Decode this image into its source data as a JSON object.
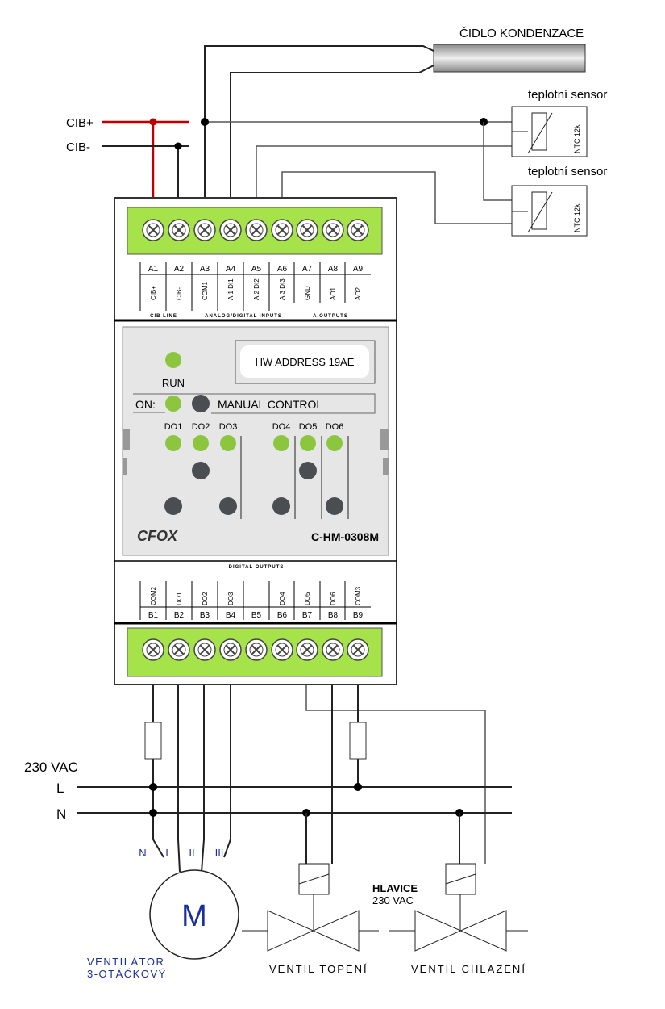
{
  "title_sensor": "ČIDLO KONDENZACE",
  "temp_sensor_1": "teplotní sensor",
  "temp_sensor_2": "teplotní sensor",
  "ntc_label": "NTC 12k",
  "cib_plus": "CIB+",
  "cib_minus": "CIB-",
  "module": {
    "top_terminals": [
      "A1",
      "A2",
      "A3",
      "A4",
      "A5",
      "A6",
      "A7",
      "A8",
      "A9"
    ],
    "top_functions": [
      "CIB+",
      "CIB-",
      "COM1",
      "AI1 DI1",
      "AI2 DI2",
      "AI3 DI3",
      "GND",
      "AO1",
      "AO2"
    ],
    "top_groups": [
      "CIB LINE",
      "ANALOG/DIGITAL INPUTS",
      "A.OUTPUTS"
    ],
    "bottom_group": "DIGITAL OUTPUTS",
    "bottom_functions": [
      "COM2",
      "DO1",
      "DO2",
      "DO3",
      "",
      "DO4",
      "DO5",
      "DO6",
      "COM3"
    ],
    "bottom_terminals": [
      "B1",
      "B2",
      "B3",
      "B4",
      "B5",
      "B6",
      "B7",
      "B8",
      "B9"
    ],
    "hw_address": "HW ADDRESS 19AE",
    "run": "RUN",
    "on": "ON:",
    "manual_control": "MANUAL CONTROL",
    "do_labels": [
      "DO1",
      "DO2",
      "DO3",
      "DO4",
      "DO5",
      "DO6"
    ],
    "brand": "CFOX",
    "model": "C-HM-0308M",
    "led_color": "#8cc63f",
    "terminal_color": "#a6e34a"
  },
  "power": {
    "voltage": "230 VAC",
    "l": "L",
    "n": "N"
  },
  "motor": {
    "symbol": "M",
    "terms": [
      "N",
      "I",
      "II",
      "III"
    ],
    "label1": "VENTILÁTOR",
    "label2": "3-OTÁČKOVÝ"
  },
  "heads": {
    "label1": "HLAVICE",
    "label2": "230 VAC"
  },
  "valve_heating": "VENTIL TOPENÍ",
  "valve_cooling": "VENTIL CHLAZENÍ"
}
